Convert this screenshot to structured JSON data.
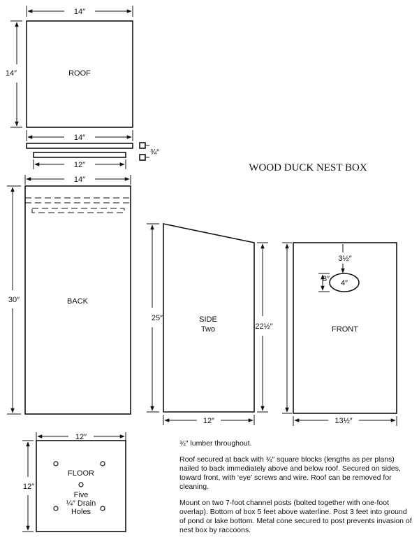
{
  "title": "WOOD DUCK NEST BOX",
  "dims": {
    "d14": "14″",
    "d12": "12″",
    "d34": "¾″",
    "d30": "30″",
    "d25": "25″",
    "d225": "22½″",
    "d135": "13½″",
    "d35": "3½″",
    "d3": "3″",
    "d4": "4″"
  },
  "labels": {
    "roof": "ROOF",
    "back": "BACK",
    "side": "SIDE",
    "side_sub": "Two",
    "front": "FRONT",
    "floor": "FLOOR",
    "floor_holes": [
      "Five",
      "¼″ Drain",
      "Holes"
    ]
  },
  "notes": [
    "¾″ lumber throughout.",
    "Roof secured at back with ¾″ square blocks (lengths as per plans) nailed to back immediately above and below roof. Secured on sides, toward front, with ‘eye’ screws and wire. Roof can be removed for cleaning.",
    "Mount on two 7-foot channel posts (bolted together with one-foot overlap). Bottom of box 5 feet above waterline. Post 3 feet into ground of pond or lake bottom. Metal cone secured to post prevents invasion of nest box by raccoons."
  ]
}
